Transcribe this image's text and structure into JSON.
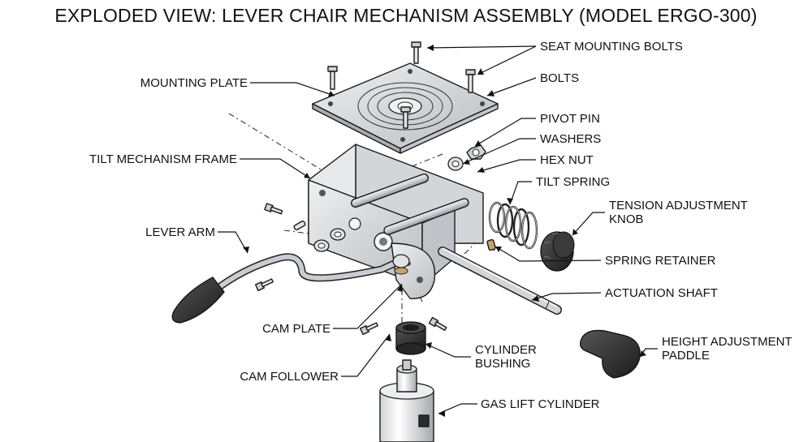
{
  "title": "EXPLODED VIEW: LEVER CHAIR MECHANISM ASSEMBLY (MODEL ERGO-300)",
  "labels": {
    "seat_mounting_bolts": "SEAT MOUNTING BOLTS",
    "bolts": "BOLTS",
    "mounting_plate": "MOUNTING PLATE",
    "pivot_pin": "PIVOT PIN",
    "washers": "WASHERS",
    "hex_nut": "HEX NUT",
    "tilt_mechanism_frame": "TILT MECHANISM FRAME",
    "tilt_spring": "TILT SPRING",
    "tension_adjustment_knob_1": "TENSION ADJUSTMENT",
    "tension_adjustment_knob_2": "KNOB",
    "lever_arm": "LEVER ARM",
    "spring_retainer": "SPRING RETAINER",
    "actuation_shaft": "ACTUATION SHAFT",
    "cam_plate": "CAM PLATE",
    "height_adjustment_paddle_1": "HEIGHT ADJUSTMENT",
    "height_adjustment_paddle_2": "PADDLE",
    "cylinder_bushing_1": "CYLINDER",
    "cylinder_bushing_2": "BUSHING",
    "cam_follower": "CAM FOLLOWER",
    "gas_lift_cylinder": "GAS LIFT CYLINDER"
  },
  "colors": {
    "metal": "#d9dbdd",
    "metal_dark": "#a9adb1",
    "rubber": "#2b2b2b",
    "line": "#1a1a1a"
  }
}
